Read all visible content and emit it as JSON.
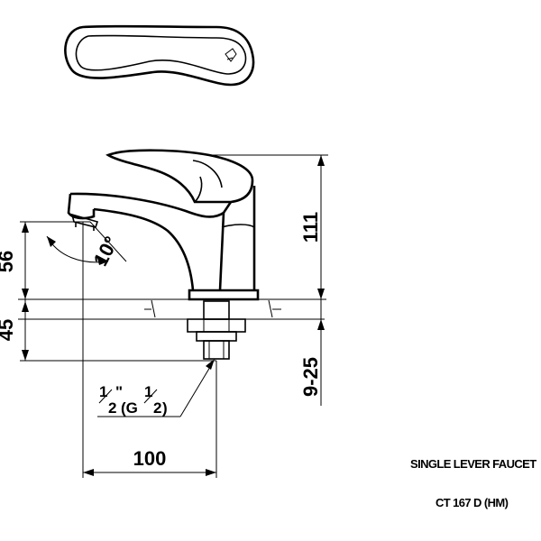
{
  "drawing": {
    "dimensions": {
      "total_height": "111",
      "spout_height": "56",
      "below_counter": "45",
      "counter_thickness": "9-25",
      "projection": "100",
      "spout_angle": "10°"
    },
    "thread": {
      "a_num": "1",
      "a_den": "2",
      "a_mark": "\"",
      "g_open": "(G",
      "b_num": "1",
      "b_den": "2",
      "close": ")"
    }
  },
  "title_block": {
    "product_name": "SINGLE LEVER FAUCET",
    "product_code": "CT 167 D (HM)"
  }
}
